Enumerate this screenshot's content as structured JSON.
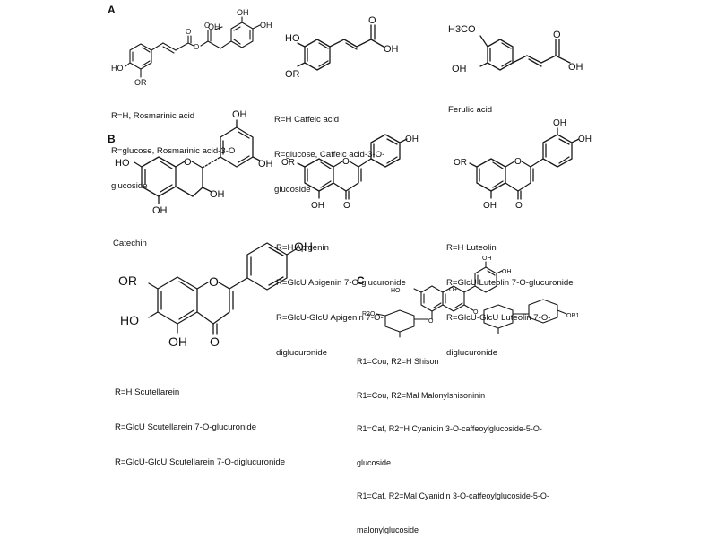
{
  "sections": {
    "a": "A",
    "b": "B",
    "c": "C"
  },
  "rosmarinic": {
    "atoms": {
      "oh1": "OH",
      "oh2": "OH",
      "cooh": "OH",
      "ho": "HO",
      "or": "OR",
      "o1": "O",
      "o2": "O",
      "o3": "O"
    },
    "caption": [
      "R=H, Rosmarinic acid",
      "R=glucose, Rosmarinic acid-3-O",
      "glucoside"
    ]
  },
  "caffeic": {
    "atoms": {
      "ho": "HO",
      "or": "OR",
      "oh": "OH",
      "o": "O"
    },
    "caption": [
      "R=H Caffeic acid",
      "R=glucose, Caffeic acid-3-O-",
      "glucoside"
    ]
  },
  "ferulic": {
    "atoms": {
      "och3": "H3CO",
      "oh": "OH",
      "cooh": "OH",
      "o": "O"
    },
    "name": "Ferulic acid"
  },
  "catechin": {
    "atoms": {
      "oh1": "OH",
      "oh2": "OH",
      "ho": "HO",
      "o": "O",
      "oh3": "OH",
      "oh4": "OH"
    },
    "name": "Catechin"
  },
  "apigenin": {
    "atoms": {
      "oh": "OH",
      "or": "OR",
      "o": "O",
      "oh5": "OH",
      "o4": "O"
    },
    "caption": [
      "R=H Apigenin",
      "R=GlcU Apigenin 7-O-glucuronide",
      "R=GlcU-GlcU Apigenin 7-O-",
      "diglucuronide"
    ]
  },
  "luteolin": {
    "atoms": {
      "oh1": "OH",
      "oh2": "OH",
      "or": "OR",
      "o": "O",
      "oh5": "OH",
      "o4": "O"
    },
    "caption": [
      "R=H  Luteolin",
      "R=GlcU Luteolin 7-O-glucuronide",
      "R=GlcU-GlcU Luteolin 7-O-",
      "diglucuronide"
    ]
  },
  "scutellarein": {
    "atoms": {
      "oh": "OH",
      "or": "OR",
      "o": "O",
      "ho": "HO",
      "oh5": "OH",
      "o4": "O"
    },
    "caption": [
      "R=H  Scutellarein",
      "R=GlcU Scutellarein 7-O-glucuronide",
      "R=GlcU-GlcU Scutellarein 7-O-diglucuronide"
    ]
  },
  "anthocyanin": {
    "atoms": {
      "ho": "HO",
      "oplus": "O+",
      "oh": "OH",
      "oh2": "OH",
      "r2o": "R2O",
      "or1": "OR1",
      "o1": "O",
      "o2": "O"
    },
    "caption": [
      "R1=Cou, R2=H  Shison",
      "R1=Cou, R2=Mal  Malonylshisoninin",
      "R1=Caf, R2=H  Cyanidin 3-O-caffeoylglucoside-5-O-",
      "glucoside",
      "R1=Caf, R2=Mal Cyanidin 3-O-caffeoylglucoside-5-O-",
      "malonylglucoside"
    ]
  }
}
